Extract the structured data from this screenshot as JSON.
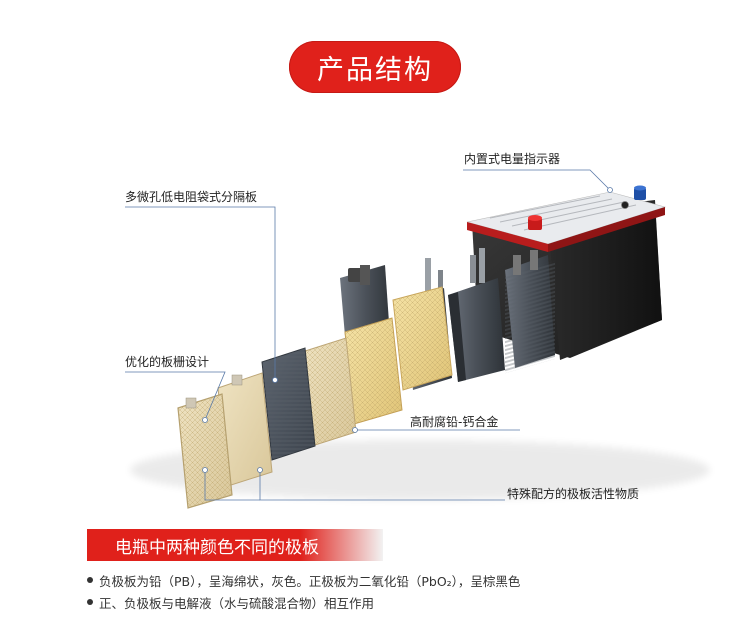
{
  "header": {
    "title": "产品结构"
  },
  "diagram": {
    "labels": {
      "indicator": "内置式电量指示器",
      "separator": "多微孔低电阻袋式分隔板",
      "grid": "优化的板栅设计",
      "alloy": "高耐腐铅-钙合金",
      "active_material": "特殊配方的极板活性物质"
    }
  },
  "section": {
    "banner": "电瓶中两种颜色不同的极板",
    "bullets": [
      "负极板为铅（PB），呈海绵状，灰色。正极板为二氧化铅（PbO₂），呈棕黑色",
      "正、负极板与电解液（水与硫酸混合物）相互作用"
    ]
  },
  "colors": {
    "accent": "#e0211b"
  }
}
